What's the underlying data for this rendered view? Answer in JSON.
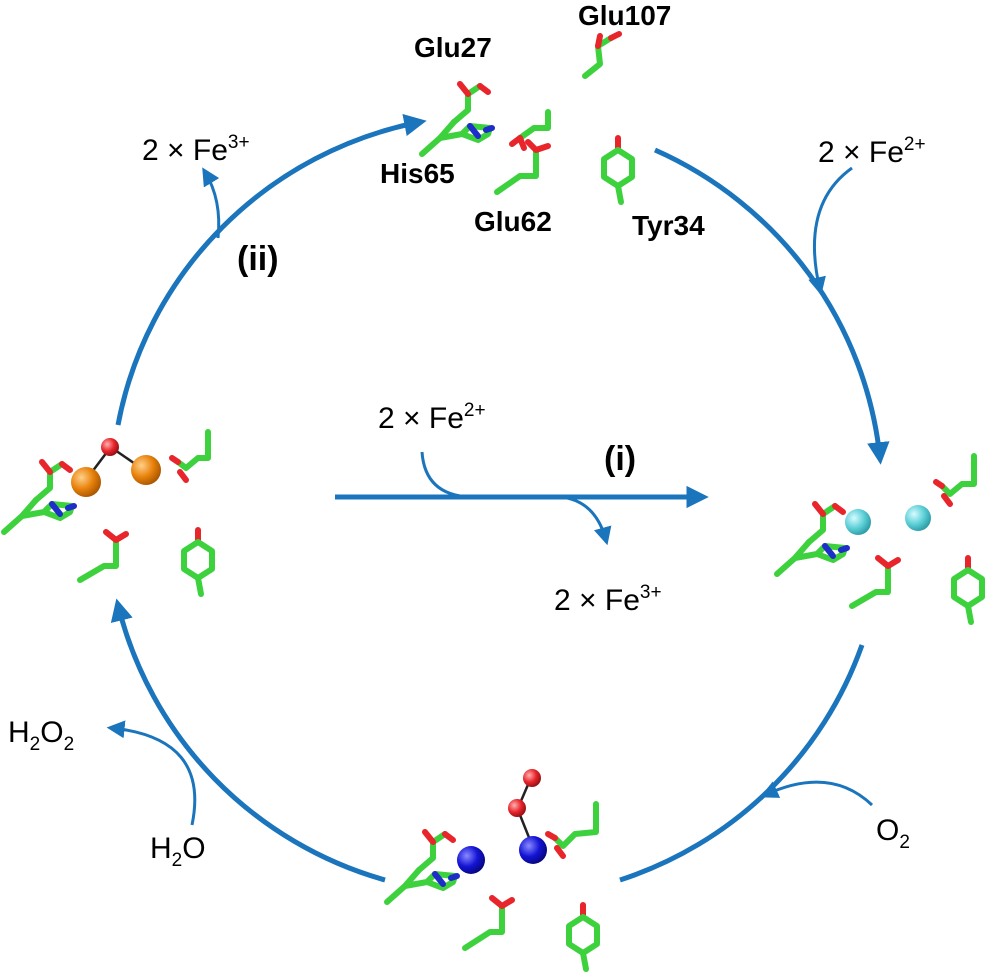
{
  "residues": {
    "glu107": "Glu107",
    "glu27": "Glu27",
    "his65": "His65",
    "glu62": "Glu62",
    "tyr34": "Tyr34"
  },
  "steps": {
    "i": "(i)",
    "ii": "(ii)"
  },
  "species": {
    "fe3_top_coef": "2 × Fe",
    "fe3_top_charge": "3+",
    "fe2_right_coef": "2 × Fe",
    "fe2_right_charge": "2+",
    "fe2_mid_coef": "2 × Fe",
    "fe2_mid_charge": "2+",
    "fe3_mid_coef": "2 × Fe",
    "fe3_mid_charge": "3+",
    "o2_base": "O",
    "o2_sub": "2",
    "h2o2_a": "H",
    "h2o2_sub1": "2",
    "h2o2_b": "O",
    "h2o2_sub2": "2",
    "h2o_a": "H",
    "h2o_sub": "2",
    "h2o_b": "O"
  },
  "colors": {
    "arrow": "#1b75bc",
    "carbon": "#3dd23d",
    "oxygen": "#e8252b",
    "nitrogen": "#1e2ec8",
    "fe_ferric_oxo": "#e8830c",
    "fe_ferrous": "#5fd1d8",
    "fe_peroxo": "#1414d6",
    "bridging_oxygen": "#e8252b"
  }
}
